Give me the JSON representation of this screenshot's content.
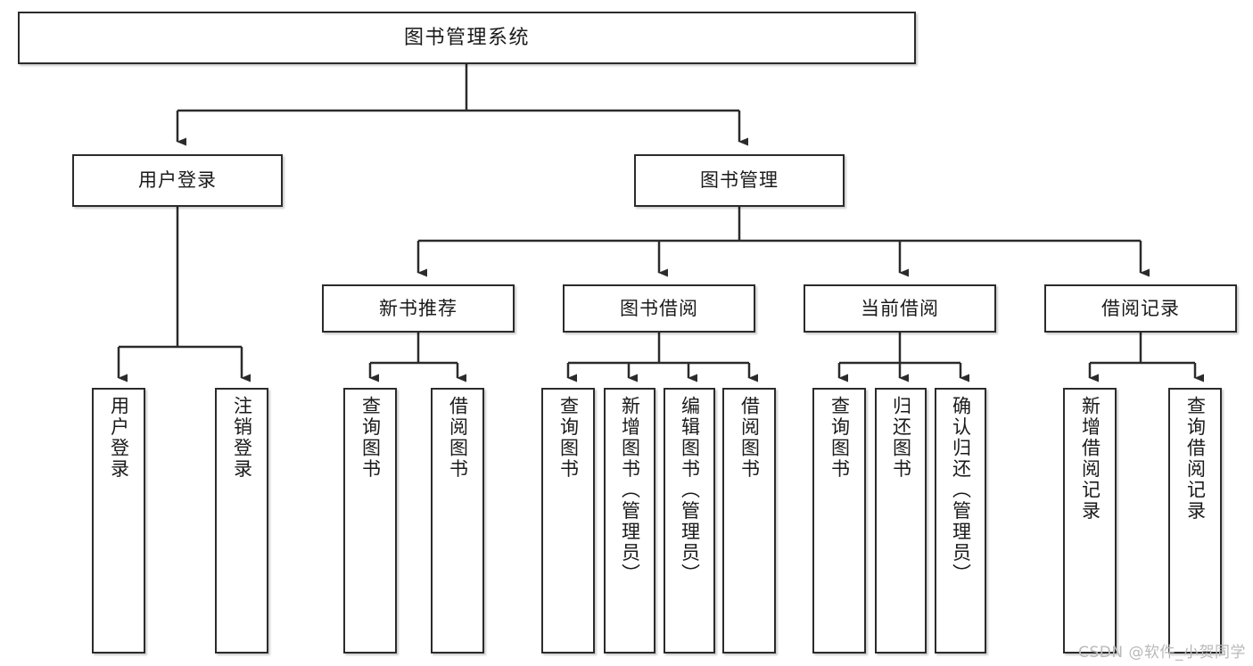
{
  "diagram": {
    "title": "图书管理系统",
    "type": "tree-hierarchy",
    "theme": {
      "background": "#ffffff",
      "node_fill": "#ffffff",
      "node_stroke": "#2b2b2b",
      "connector_stroke": "#2b2b2b",
      "text_color": "#1a1a1a",
      "watermark_color": "#b9b9b9"
    },
    "root": {
      "label": "图书管理系统"
    },
    "level2": [
      {
        "label": "用户登录"
      },
      {
        "label": "图书管理"
      }
    ],
    "level3": [
      {
        "label": "新书推荐"
      },
      {
        "label": "图书借阅"
      },
      {
        "label": "当前借阅"
      },
      {
        "label": "借阅记录"
      }
    ],
    "leaves_user_login": [
      {
        "label": "用户登录"
      },
      {
        "label": "注销登录"
      }
    ],
    "leaves_new_books": [
      {
        "label": "查询图书"
      },
      {
        "label": "借阅图书"
      }
    ],
    "leaves_borrow": [
      {
        "label": "查询图书"
      },
      {
        "label": "新增图书（管理员）"
      },
      {
        "label": "编辑图书（管理员）"
      },
      {
        "label": "借阅图书"
      }
    ],
    "leaves_current": [
      {
        "label": "查询图书"
      },
      {
        "label": "归还图书"
      },
      {
        "label": "确认归还（管理员）"
      }
    ],
    "leaves_records": [
      {
        "label": "新增借阅记录"
      },
      {
        "label": "查询借阅记录"
      }
    ]
  },
  "watermark": {
    "text": "CSDN @软件_小贺同学"
  }
}
